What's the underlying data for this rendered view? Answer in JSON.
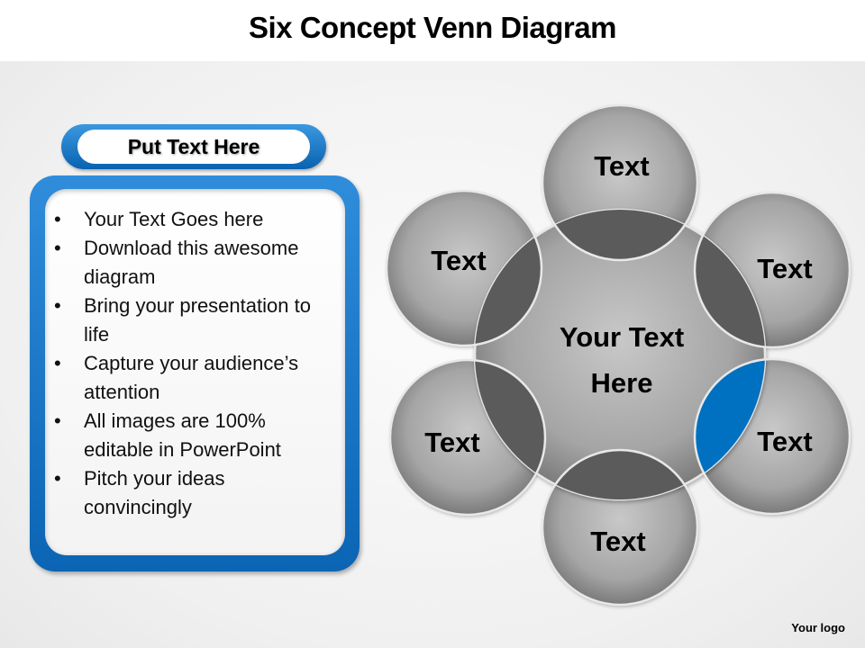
{
  "title": "Six Concept Venn Diagram",
  "panel": {
    "header": "Put Text Here",
    "bullets": [
      "Your Text Goes here",
      "Download this awesome diagram",
      "Bring your presentation to life",
      "Capture your audience’s attention",
      "All images are 100% editable in PowerPoint",
      "Pitch your ideas convincingly"
    ]
  },
  "venn": {
    "center_label_line1": "Your Text",
    "center_label_line2": "Here",
    "outer_labels": [
      "Text",
      "Text",
      "Text",
      "Text",
      "Text",
      "Text"
    ],
    "colors": {
      "circle": "#a8a8a8",
      "overlap": "#5b5b5b",
      "highlight": "#0070c0"
    }
  },
  "footer": {
    "logo": "Your logo"
  }
}
